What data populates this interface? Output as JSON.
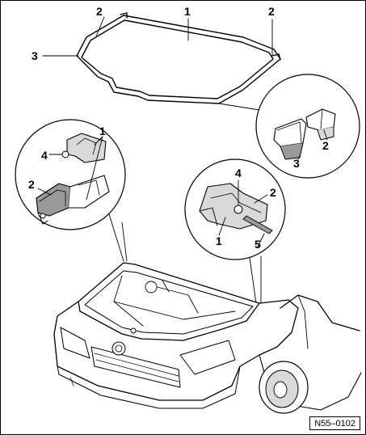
{
  "callouts": {
    "seal_top_1": "1",
    "seal_top_2_left": "2",
    "seal_top_2_right": "2",
    "seal_top_3": "3",
    "detail_left_1": "1",
    "detail_left_4": "4",
    "detail_left_2": "2",
    "detail_right_2": "2",
    "detail_right_3": "3",
    "detail_mid_4": "4",
    "detail_mid_2": "2",
    "detail_mid_1": "1",
    "detail_mid_5": "5"
  },
  "figure_ref": "N55–0102",
  "colors": {
    "line": "#000000",
    "shade": "#9a9a9a",
    "light": "#d9d9d9",
    "background": "#ffffff"
  }
}
